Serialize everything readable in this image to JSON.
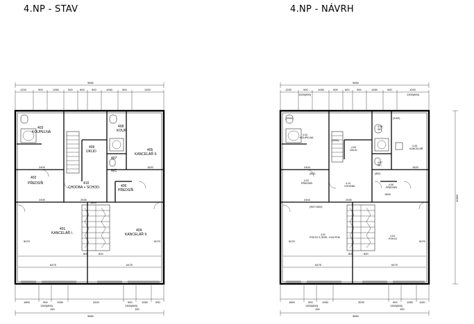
{
  "titles": {
    "left": "4.NP - STAV",
    "right": "4.NP - NÁVRH"
  },
  "left_plan": {
    "overall_top": "9850",
    "overall_bottom": "9850",
    "top_dims": [
      "1200",
      "900",
      "1050",
      "900",
      "600",
      "900",
      "1050",
      "900",
      "1200"
    ],
    "bottom_dims": [
      "1800",
      "900",
      "1050",
      "3200",
      "900",
      "1050",
      "900"
    ],
    "bottom_sub": [
      "1300(800)",
      "1300(800)"
    ],
    "bottom_small": [
      "150",
      "150"
    ],
    "rooms": [
      {
        "num": "403",
        "name": "KOUPELNA"
      },
      {
        "num": "408",
        "name": "KOUP."
      },
      {
        "num": "409",
        "name": "ÚKLID"
      },
      {
        "num": "405",
        "name": "KANCELÁŘ II."
      },
      {
        "num": "407",
        "name": "WC"
      },
      {
        "num": "402",
        "name": "PŘEDSÍŇ"
      },
      {
        "num": "410",
        "name": "CHODBA + SCHOD."
      },
      {
        "num": "406",
        "name": "PŘEDSÍŇ"
      },
      {
        "num": "401",
        "name": "KANCELÁŘ I."
      },
      {
        "num": "404",
        "name": "KANCELÁŘ II."
      }
    ],
    "inner_dims": [
      "2400",
      "2400",
      "2530",
      "1820",
      "6475",
      "6475",
      "5070",
      "5070",
      "800",
      "800",
      "1800"
    ]
  },
  "right_plan": {
    "overall_top": "9850",
    "overall_bottom": "9850",
    "overall_side": "11380",
    "top_dims": [
      "1200",
      "900",
      "1050",
      "900",
      "600",
      "900",
      "1050",
      "900",
      "1200"
    ],
    "top_sub": [
      "1300(800)",
      "1300(800)"
    ],
    "bottom_dims": [
      "1800",
      "900",
      "1050",
      "3200",
      "900",
      "1050",
      "1100"
    ],
    "bottom_sub": [
      "1300(800)",
      "1300(800)"
    ],
    "bottom_small": [
      "150",
      "150"
    ],
    "rooms": [
      {
        "num": "4.03",
        "name": "KOUPELNA"
      },
      {
        "num": "4.08",
        "name": "WC"
      },
      {
        "num": "4.05",
        "name": "KANCELÁŘ"
      },
      {
        "num": "4.09",
        "name": "ÚKLID"
      },
      {
        "num": "4.07",
        "name": "WC"
      },
      {
        "num": "4.02",
        "name": "PŘEDSÍŇ"
      },
      {
        "num": "4.10",
        "name": "CHODBA"
      },
      {
        "num": "4.06",
        "name": "PŘEDSÍŇ"
      },
      {
        "num": "4.01",
        "name": "POKOJ S JÍDEL. KOUTEM"
      },
      {
        "num": "4.04",
        "name": "POKOJ"
      }
    ],
    "door_tags": [
      "(2000)",
      "(2000)",
      "(3100)",
      "(800)",
      "(800)",
      "(900+1500)"
    ],
    "inner_dims": [
      "2400",
      "2400",
      "2530",
      "1820",
      "6475",
      "6475",
      "5070",
      "5070",
      "800",
      "800",
      "1800"
    ]
  }
}
